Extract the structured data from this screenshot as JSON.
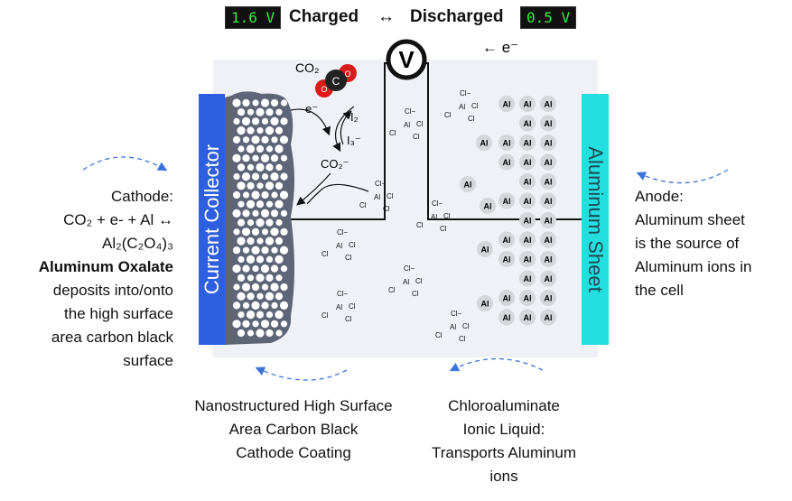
{
  "header": {
    "charged_voltage": "1.6 V",
    "charged_label": "Charged",
    "arrow": "↔",
    "discharged_label": "Discharged",
    "discharged_voltage": "0.5 V"
  },
  "electron_flow_label": "← e⁻",
  "voltmeter_symbol": "V",
  "current_collector_label": "Current Collector",
  "aluminum_sheet_label": "Aluminum Sheet",
  "cathode": {
    "title": "Cathode:",
    "reaction_line1": "CO₂ + e- + Al ↔",
    "reaction_line2": "Al₂(C₂O₄)₃",
    "product": "Aluminum Oxalate",
    "line1": "deposits into/onto",
    "line2": "the high surface",
    "line3": "area carbon black",
    "line4": "surface"
  },
  "anode": {
    "title": "Anode:",
    "line1": "Aluminum sheet",
    "line2": "is the source of",
    "line3": "Aluminum ions in",
    "line4": "the cell"
  },
  "carbon_black": {
    "line1": "Nanostructured High Surface",
    "line2": "Area Carbon Black",
    "line3": "Cathode Coating"
  },
  "ionic_liquid": {
    "line1": "Chloroaluminate",
    "line2": "Ionic Liquid:",
    "line3": "Transports Aluminum",
    "line4": "ions"
  },
  "reaction_labels": {
    "co2": "CO₂",
    "electron": "e⁻",
    "i2": "I₂",
    "i3": "I₃⁻",
    "co2_radical": "CO₂⁻",
    "carbon_atom": "C",
    "oxygen_atom": "O"
  },
  "ion_labels": {
    "aluminum": "Al",
    "chloride": "Cl",
    "charge": "−"
  },
  "colors": {
    "collector": "#2d5fe0",
    "aluminum_sheet": "#22dede",
    "lcd_text": "#39e83c",
    "cell_background": "#eff1f6",
    "carbon_particles": "#5e6577",
    "dashed_arrows": "#3b73d9"
  }
}
